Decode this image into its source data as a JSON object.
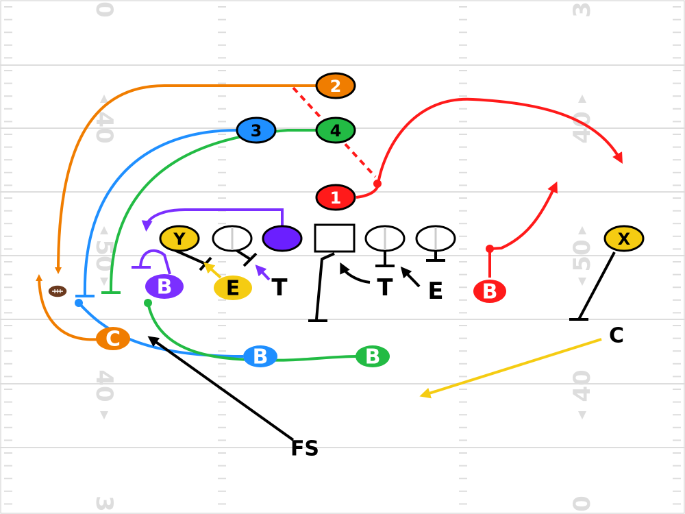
{
  "field": {
    "yard_numbers_left": [
      "0",
      "40",
      "50",
      "40",
      "3"
    ],
    "yard_numbers_right": [
      "3",
      "40",
      "50",
      "40",
      "0"
    ]
  },
  "offense": {
    "receiver_1": {
      "label": "1",
      "color": "#ff1a1a"
    },
    "receiver_2": {
      "label": "2",
      "color": "#f07d00"
    },
    "receiver_3": {
      "label": "3",
      "color": "#1f8fff"
    },
    "receiver_4": {
      "label": "4",
      "color": "#22bb44"
    },
    "y": {
      "label": "Y",
      "color": "#f5cc12"
    },
    "x": {
      "label": "X",
      "color": "#f5cc12"
    },
    "qb_color": "#6b1fff",
    "ball": "football-icon"
  },
  "defense": {
    "left_B": {
      "label": "B",
      "color": "#7b2fff"
    },
    "left_E": {
      "label": "E",
      "color": "#f5cc12"
    },
    "left_T": {
      "label": "T"
    },
    "right_T": {
      "label": "T"
    },
    "right_E": {
      "label": "E"
    },
    "red_B": {
      "label": "B",
      "color": "#ff1a1a"
    },
    "corner_right": {
      "label": "C"
    },
    "corner_left": {
      "label": "C",
      "color": "#f07d00"
    },
    "backer_blue": {
      "label": "B",
      "color": "#1f8fff"
    },
    "backer_green": {
      "label": "B",
      "color": "#22bb44"
    },
    "free_safety": {
      "label": "FS"
    }
  },
  "colors": {
    "orange": "#f07d00",
    "blue": "#1f8fff",
    "green": "#22bb44",
    "red": "#ff1a1a",
    "purple": "#7b2fff",
    "yellow": "#f5cc12"
  }
}
